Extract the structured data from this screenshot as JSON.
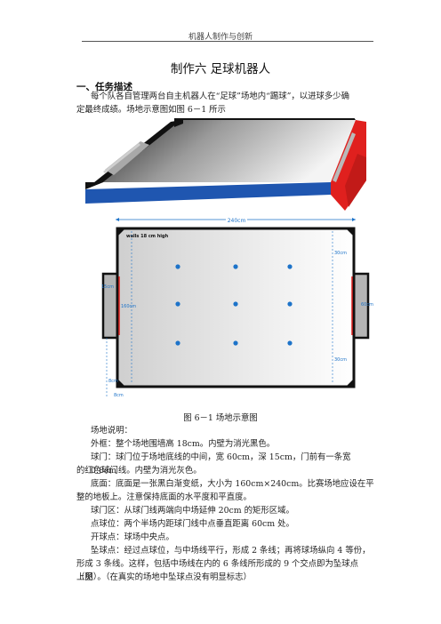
{
  "header": {
    "running_title": "机器人制作与创新"
  },
  "title": "制作六    足球机器人",
  "section1_heading": "一、任务描述",
  "intro": {
    "line1": "每个队各自管理两台自主机器人在“足球”场地内“踢球”，以进球多少确",
    "line2": "定最终成绩。场地示意图如图 6－1 所示"
  },
  "field_labels": {
    "width_240": "240cm",
    "walls": "walls 18 cm high",
    "d_15": "15cm",
    "d_160": "160cm",
    "d_60": "60cm",
    "d_30a": "30cm",
    "d_30b": "30cm",
    "d_8a": "8cm",
    "d_8b": "8cm"
  },
  "figure_caption": "图 6－1  场地示意图",
  "notes": [
    "场地说明：",
    "外框：整个场地围墙高 18cm。内壁为消光黑色。",
    "球门：球门位于场地底线的中间，宽 60cm，深 15cm，门前有一条宽 0.8cm",
    "的红色球门线。内壁为消光灰色。",
    "底面：底面是一张黑白渐变纸，大小为 160cm×240cm。比赛场地应设在平",
    "整的地板上。注意保持底面的水平度和平直度。",
    "球门区：从球门线两端向中场延伸 20cm 的矩形区域。",
    "点球位：两个半场内距球门线中点垂直距离 60cm 处。",
    "开球点：球场中央点。",
    "坠球点：经过点球位，与中场线平行，形成 2 条线；再将球场纵向 4 等份，",
    "形成 3 条线。这样，包括中场线在内的 6 条线所形成的 9 个交点即为坠球点（见",
    "上图）。（在真实的场地中坠球点没有明显标志）"
  ],
  "colors": {
    "blue": "#1f56b0",
    "red": "#e0201e",
    "black": "#111111",
    "gray": "#a9a9a9",
    "dot_blue": "#1d73c9"
  }
}
